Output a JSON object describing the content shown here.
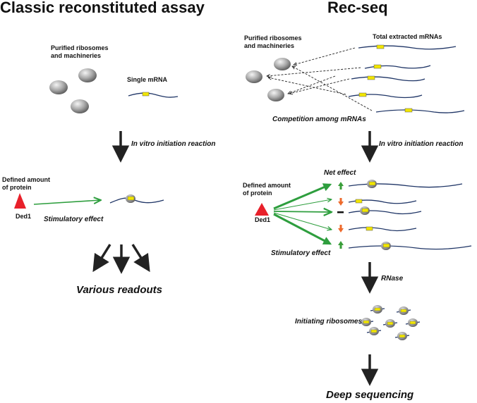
{
  "left_panel": {
    "title": "Classic reconstituted assay",
    "purified_label": "Purified ribosomes\nand machineries",
    "single_mrna_label": "Single mRNA",
    "reaction_label": "In vitro initiation reaction",
    "defined_label": "Defined amount\nof protein",
    "protein_label": "Ded1",
    "stimulatory_label": "Stimulatory effect",
    "readouts_label": "Various readouts"
  },
  "right_panel": {
    "title": "Rec-seq",
    "purified_label": "Purified ribosomes\nand machineries",
    "total_mrna_label": "Total extracted mRNAs",
    "competition_label": "Competition among mRNAs",
    "reaction_label": "In vitro initiation reaction",
    "net_effect_label": "Net effect",
    "defined_label": "Defined amount\nof protein",
    "protein_label": "Ded1",
    "stimulatory_label": "Stimulatory effect",
    "rnase_label": "RNase",
    "initiating_label": "Initiating ribosomes",
    "sequencing_label": "Deep sequencing"
  },
  "colors": {
    "arrow_green": "#2e9e3e",
    "mrna_navy": "#1f3566",
    "start_codon_yellow": "#f2e600",
    "ded1_red": "#e8202a",
    "up_green": "#3a9e3a",
    "down_orange": "#ee6a2c",
    "ribosome_gray": "#9a9a9a"
  }
}
